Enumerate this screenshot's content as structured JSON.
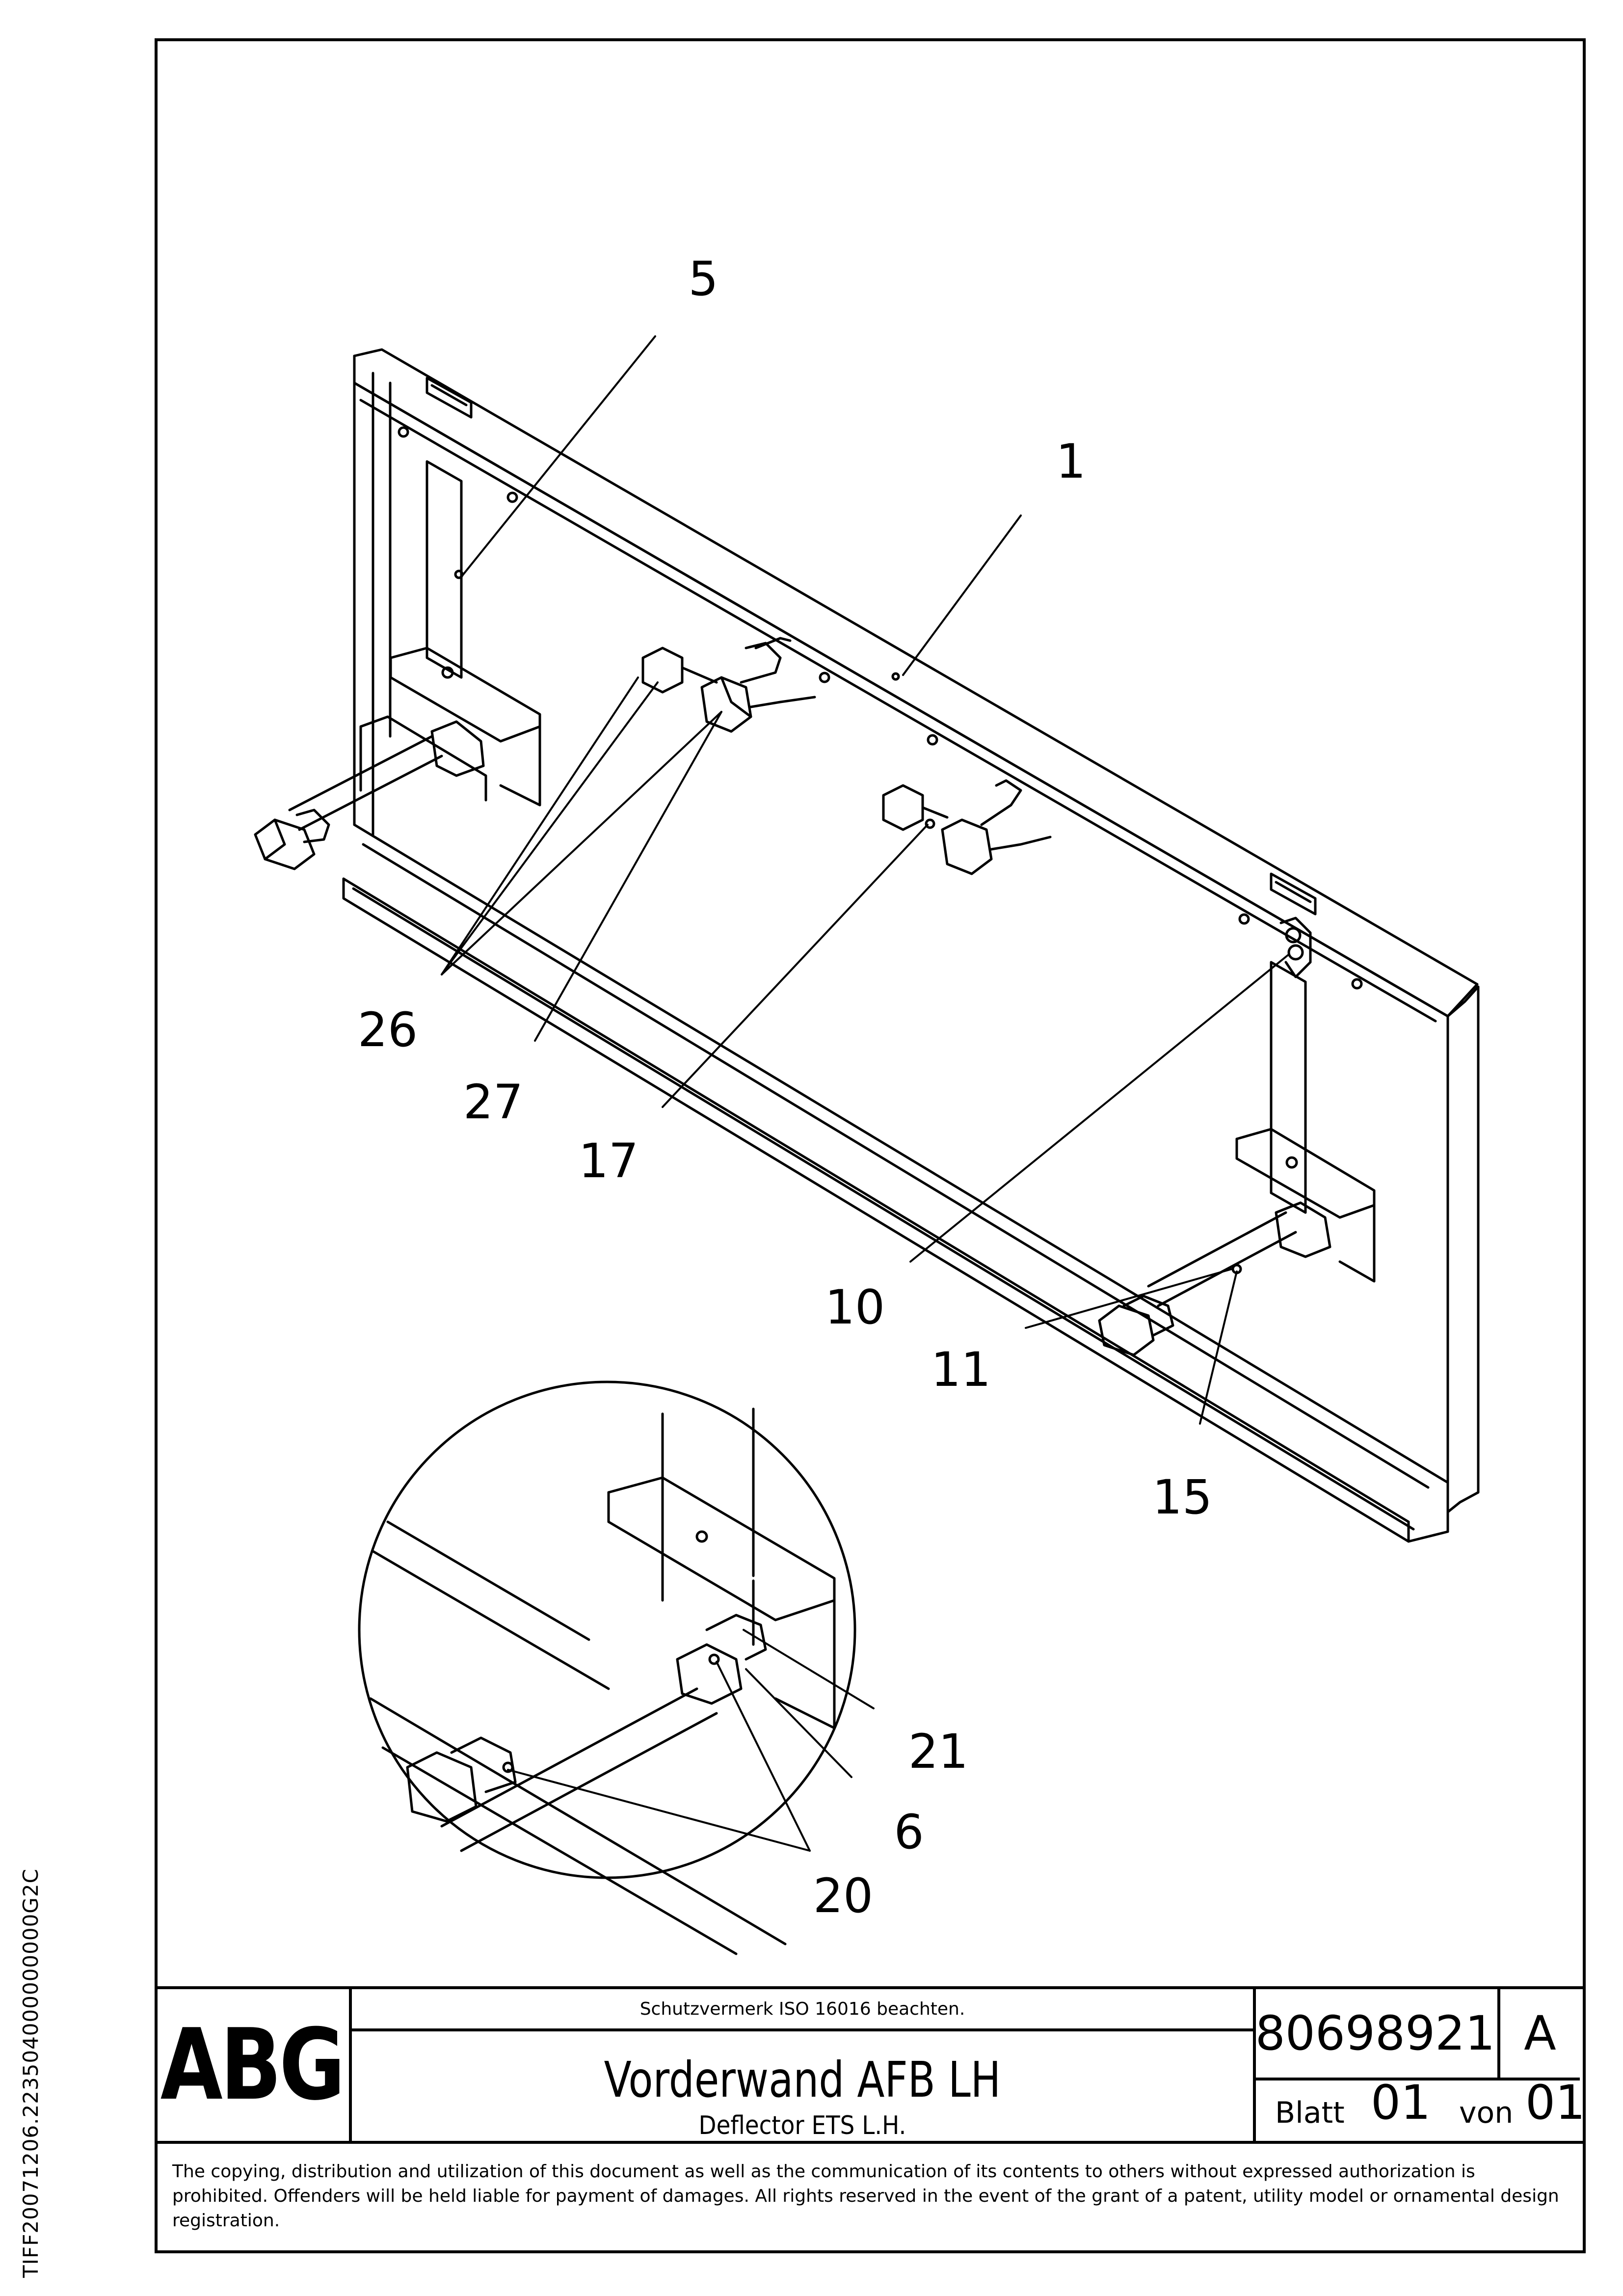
{
  "drawing": {
    "callouts": [
      "5",
      "1",
      "26",
      "27",
      "17",
      "10",
      "11",
      "15",
      "21",
      "6",
      "20"
    ]
  },
  "title_block": {
    "logo_text": "ABG",
    "protection_notice": "Schutzvermerk ISO 16016 beachten.",
    "title_de": "Vorderwand AFB LH",
    "title_en": "Deflector ETS L.H.",
    "document_number": "80698921",
    "revision": "A",
    "sheet_label": "Blatt",
    "sheet_number": "01",
    "of_label": "von",
    "sheet_total": "01"
  },
  "disclaimer": "The copying, distribution and utilization of this document as well as the communication of its contents to others without expressed authorization is prohibited. Offenders will be held liable for payment of damages. All rights reserved in the event of the grant of a patent, utility model or ornamental design registration.",
  "side_id": "TIFF20071206.223504000000000G2C"
}
